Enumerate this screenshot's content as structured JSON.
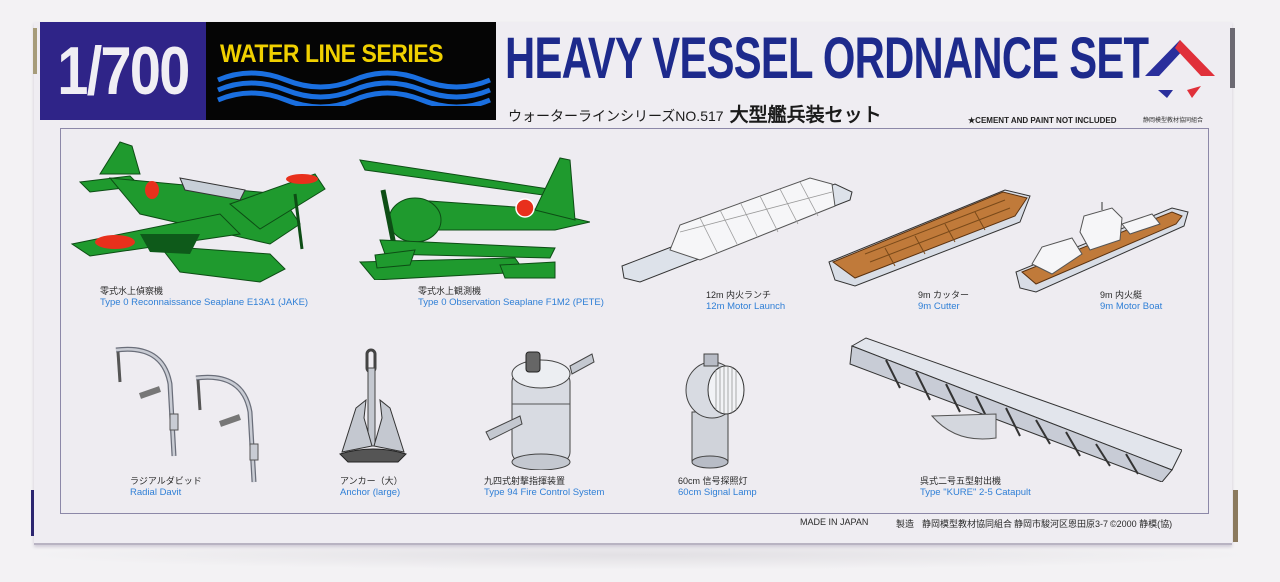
{
  "header": {
    "scale": "1/700",
    "series": "WATER LINE SERIES",
    "title": "HEAVY VESSEL ORDNANCE SET",
    "jp_series": "ウォーターラインシリーズNO.517",
    "jp_title": "大型艦兵装セット",
    "notice": "★CEMENT AND PAINT NOT INCLUDED",
    "association": "静岡模型教材協同組合"
  },
  "colors": {
    "scale_band": "#2f2488",
    "series_band": "#050505",
    "series_text": "#f0d000",
    "wave_blue": "#1a6fe0",
    "title_blue": "#1d2a8c",
    "caption_blue": "#2f7fd6",
    "logo_blue": "#2a2f9c",
    "logo_red": "#e0303a",
    "aircraft_green": "#1f9a2e",
    "hinomaru_red": "#e8301c",
    "wood": "#c07a3a"
  },
  "items": [
    {
      "jp": "零式水上偵察機",
      "en": "Type 0 Reconnaissance Seaplane E13A1 (JAKE)",
      "icon": "seaplane-jake-icon"
    },
    {
      "jp": "零式水上観測機",
      "en": "Type 0 Observation Seaplane F1M2 (PETE)",
      "icon": "seaplane-pete-icon"
    },
    {
      "jp": "12m 内火ランチ",
      "en": "12m Motor Launch",
      "icon": "motor-launch-icon"
    },
    {
      "jp": "9m カッター",
      "en": "9m Cutter",
      "icon": "cutter-icon"
    },
    {
      "jp": "9m 内火艇",
      "en": "9m Motor Boat",
      "icon": "motor-boat-icon"
    },
    {
      "jp": "ラジアルダビッド",
      "en": "Radial Davit",
      "icon": "radial-davit-icon"
    },
    {
      "jp": "アンカー（大）",
      "en": "Anchor (large)",
      "icon": "anchor-icon"
    },
    {
      "jp": "九四式射撃指揮装置",
      "en": "Type 94 Fire Control System",
      "icon": "fire-control-icon"
    },
    {
      "jp": "60cm 信号探照灯",
      "en": "60cm Signal Lamp",
      "icon": "signal-lamp-icon"
    },
    {
      "jp": "呉式二号五型射出機",
      "en": "Type \"KURE\" 2-5 Catapult",
      "icon": "catapult-icon"
    }
  ],
  "footer": {
    "made_in": "MADE IN JAPAN",
    "maker_label": "製造",
    "maker": "静岡模型教材協同組合",
    "address": "静岡市駿河区恩田原3-7",
    "copyright": "©2000 静模(協)"
  }
}
